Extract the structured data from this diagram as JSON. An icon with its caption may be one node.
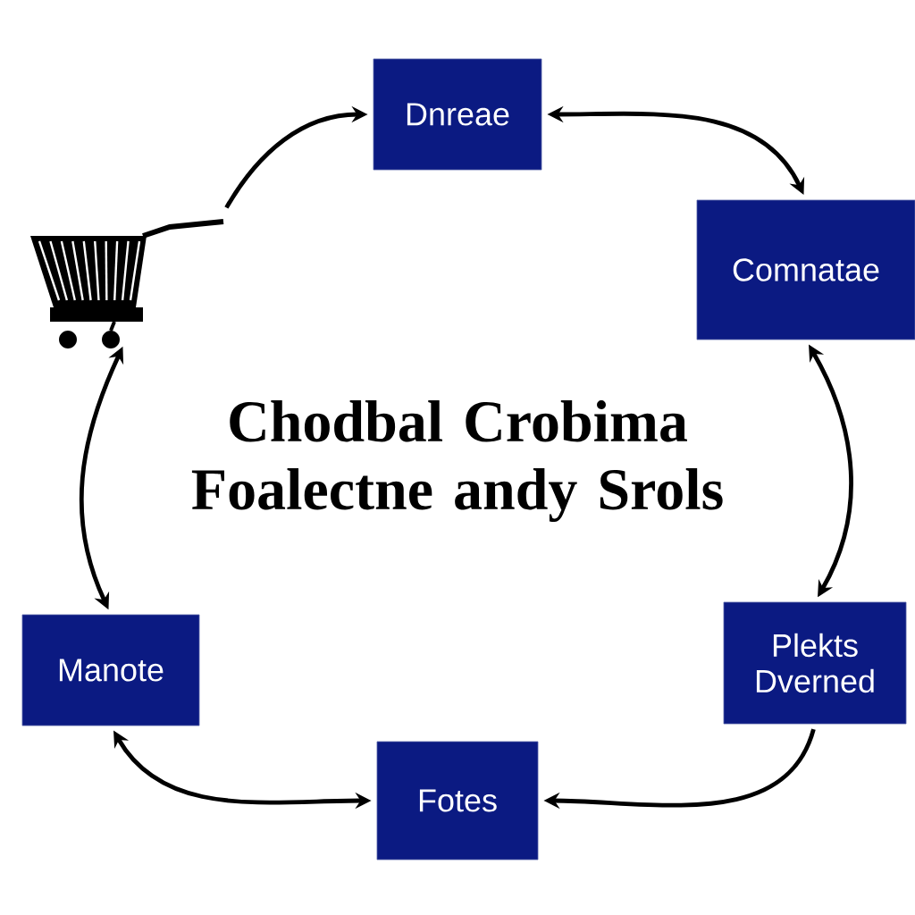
{
  "diagram": {
    "nodes": [
      {
        "text": [],
        "shape": "picture"
      },
      {
        "text": [
          "Dnreae"
        ]
      },
      {
        "text": [
          "Comnatae"
        ]
      },
      {
        "text": [
          "Plekts Dverned"
        ]
      },
      {
        "text": [
          "Fotes"
        ]
      },
      {
        "text": [
          "Manote"
        ]
      }
    ],
    "edges": [
      {
        "from": 0,
        "to": 1,
        "arrow": "to"
      },
      {
        "from": 1,
        "to": 2,
        "arrow": "both"
      },
      {
        "from": 2,
        "to": 3,
        "arrow": "both"
      },
      {
        "from": 3,
        "to": 4,
        "arrow": "to"
      },
      {
        "from": 4,
        "to": 5,
        "arrow": "both"
      },
      {
        "from": 5,
        "to": 0,
        "arrow": "both"
      }
    ],
    "labels": [
      "Chodbal Crobima Foalectne andy Srols"
    ]
  }
}
